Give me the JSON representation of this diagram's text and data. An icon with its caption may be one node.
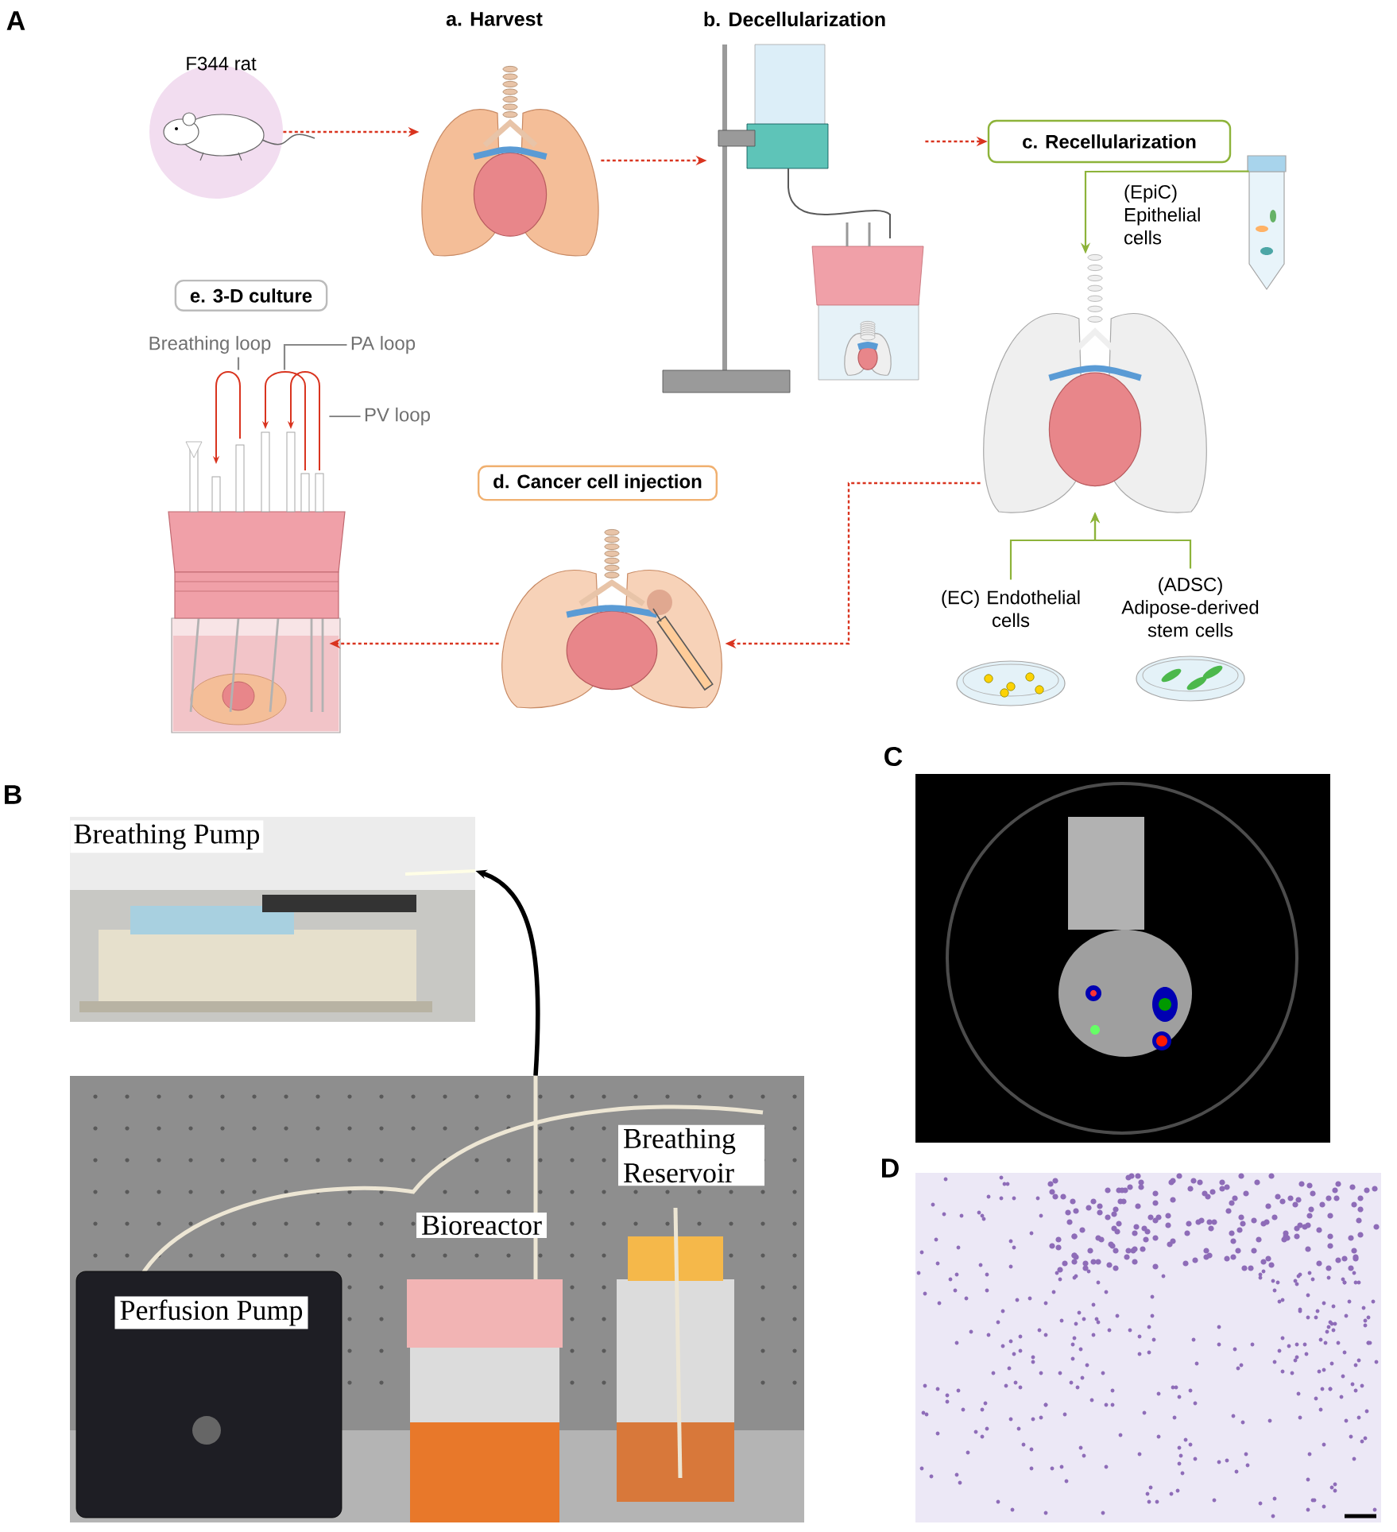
{
  "diagram": {
    "nodes": [
      {
        "text": [
          "F344 rat"
        ]
      },
      {
        "text": [
          "a. Harvest"
        ]
      },
      {
        "text": [
          "b. Decellularization"
        ]
      },
      {
        "text": [
          "c. Recellularization"
        ]
      },
      {
        "text": [],
        "shape": "picture"
      },
      {
        "text": [
          "(EpiC) Epithelial cells"
        ]
      },
      {
        "text": [
          "(EC) Endothelial cells"
        ]
      },
      {
        "text": [
          "(ADSC) Adipose-derived stem cells"
        ]
      },
      {
        "text": [
          "d. Cancer cell injection"
        ]
      },
      {
        "text": [
          "e. 3-D culture"
        ]
      },
      {
        "text": [
          "Breathing loop"
        ]
      },
      {
        "text": [
          "PA loop"
        ]
      },
      {
        "text": [
          "PV loop"
        ]
      },
      {
        "text": [
          "Breathing Pump"
        ]
      },
      {
        "text": [
          "Bioreactor",
          "Breathing Reservoir",
          "Perfusion Pump"
        ]
      }
    ],
    "edges": [
      {
        "from": 0,
        "to": 1,
        "arrow": "to",
        "style": "dashed",
        "color": "#d9341f"
      },
      {
        "from": 1,
        "to": 2,
        "arrow": "to",
        "style": "dashed",
        "color": "#d9341f"
      },
      {
        "from": 2,
        "to": 3,
        "arrow": "to",
        "style": "dashed",
        "color": "#d9341f"
      },
      {
        "from": 5,
        "to": 4,
        "arrow": "to",
        "color": "#8db33a"
      },
      {
        "from": 6,
        "to": 4,
        "arrow": "to",
        "color": "#8db33a"
      },
      {
        "from": 7,
        "to": 4,
        "arrow": "to",
        "color": "#8db33a"
      },
      {
        "from": 4,
        "to": 8,
        "arrow": "to",
        "style": "dashed",
        "color": "#d9341f"
      },
      {
        "from": 8,
        "to": 9,
        "arrow": "to",
        "style": "dashed",
        "color": "#d9341f"
      },
      {
        "from": 10,
        "to": 9,
        "arrow": "none",
        "color": "#888888"
      },
      {
        "from": 11,
        "to": 9,
        "arrow": "none",
        "color": "#888888"
      },
      {
        "from": 12,
        "to": 9,
        "arrow": "none",
        "color": "#888888"
      },
      {
        "from": 14,
        "to": 13,
        "arrow": "to",
        "style": "thick",
        "color": "#000000"
      }
    ],
    "labels": [
      "A",
      "B",
      "C",
      "D"
    ]
  }
}
